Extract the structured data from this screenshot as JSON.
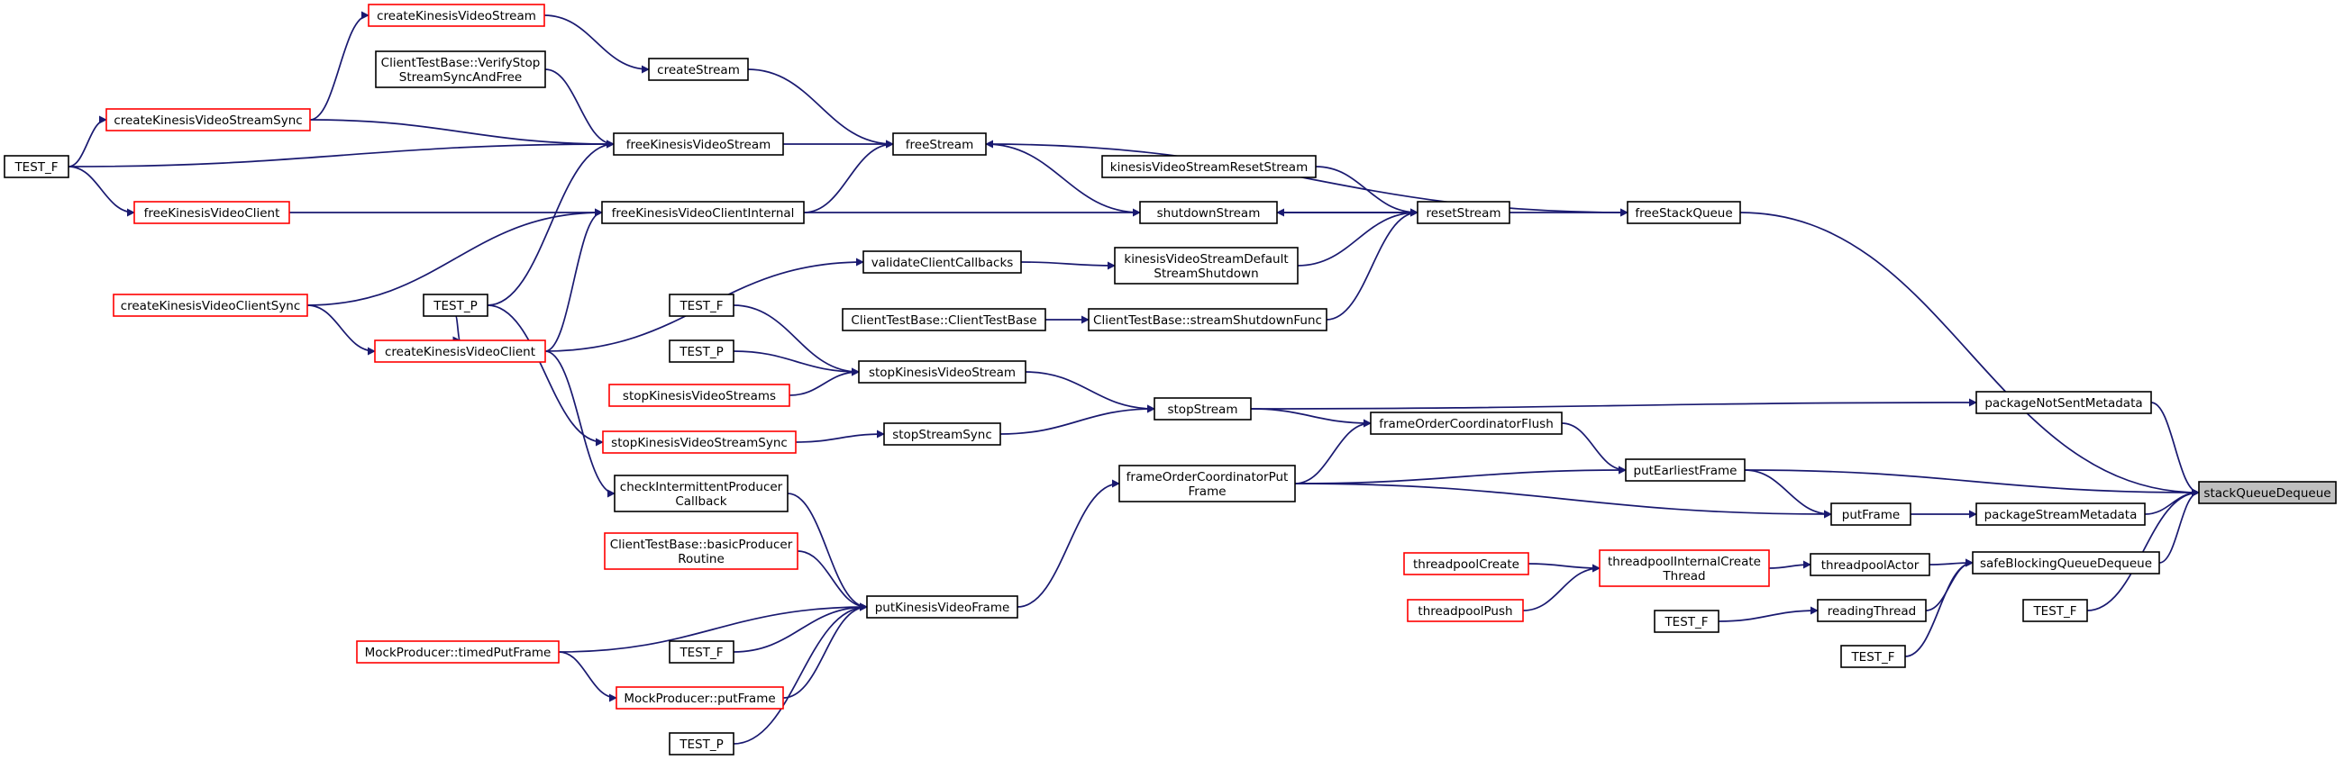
{
  "title": "",
  "colors": {
    "edge": "#191970",
    "box_border": "#000000",
    "external_border": "#ff0000",
    "root_fill": "#bfbfbf",
    "background": "#ffffff"
  },
  "nodes": {
    "stackQueueDequeue": "stackQueueDequeue",
    "freeStackQueue": "freeStackQueue",
    "packageNotSentMetadata": "packageNotSentMetadata",
    "packageStreamMetadata": "packageStreamMetadata",
    "safeBlockingQueueDequeue": "safeBlockingQueueDequeue",
    "test_f_root": "TEST_F",
    "freeStream": "freeStream",
    "resetStream": "resetStream",
    "stopStream": "stopStream",
    "putEarliestFrame": "putEarliestFrame",
    "putFrame": "putFrame",
    "threadpoolActor": "threadpoolActor",
    "readingThread": "readingThread",
    "test_f_reading_a": "TEST_F",
    "test_f_reading_b": "TEST_F",
    "threadpoolInternalCreateThread": [
      "threadpoolInternalCreate",
      "Thread"
    ],
    "threadpoolCreate": "threadpoolCreate",
    "threadpoolPush": "threadpoolPush",
    "frameOrderCoordinatorFlush": "frameOrderCoordinatorFlush",
    "frameOrderCoordinatorPutFrame": [
      "frameOrderCoordinatorPut",
      "Frame"
    ],
    "kinesisVideoStreamResetStream": "kinesisVideoStreamResetStream",
    "shutdownStream": "shutdownStream",
    "kinesisVideoStreamDefaultStreamShutdown": [
      "kinesisVideoStreamDefault",
      "StreamShutdown"
    ],
    "streamShutdownFunc": "ClientTestBase::streamShutdownFunc",
    "clientTestBase": "ClientTestBase::ClientTestBase",
    "stopKinesisVideoStream": "stopKinesisVideoStream",
    "stopStreamSync": "stopStreamSync",
    "test_f_stop": "TEST_F",
    "test_p_stop": "TEST_P",
    "stopKinesisVideoStreams": "stopKinesisVideoStreams",
    "stopKinesisVideoStreamSync": "stopKinesisVideoStreamSync",
    "validateClientCallbacks": "validateClientCallbacks",
    "putKinesisVideoFrame": "putKinesisVideoFrame",
    "checkIntermittentProducerCallback": [
      "checkIntermittentProducer",
      "Callback"
    ],
    "basicProducerRoutine": [
      "ClientTestBase::basicProducer",
      "Routine"
    ],
    "timedPutFrame": "MockProducer::timedPutFrame",
    "mockPutFrame": "MockProducer::putFrame",
    "test_f_put": "TEST_F",
    "test_p_put": "TEST_P",
    "createStream": "createStream",
    "freeKinesisVideoStream": "freeKinesisVideoStream",
    "freeKinesisVideoClientInternal": "freeKinesisVideoClientInternal",
    "verifyStopStreamSyncAndFree": [
      "ClientTestBase::VerifyStop",
      "StreamSyncAndFree"
    ],
    "createKinesisVideoStream": "createKinesisVideoStream",
    "createKinesisVideoStreamSync": "createKinesisVideoStreamSync",
    "test_f_left": "TEST_F",
    "freeKinesisVideoClient": "freeKinesisVideoClient",
    "createKinesisVideoClientSync": "createKinesisVideoClientSync",
    "createKinesisVideoClient": "createKinesisVideoClient",
    "test_p_left": "TEST_P"
  }
}
